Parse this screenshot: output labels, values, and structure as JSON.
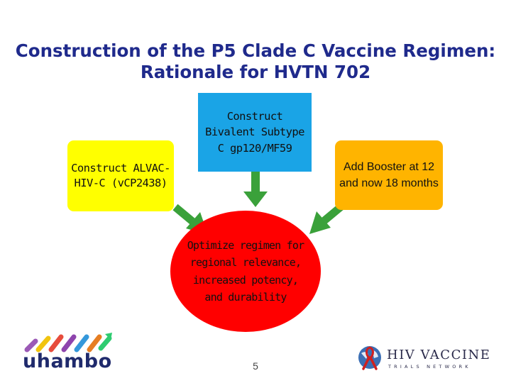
{
  "slide": {
    "title": "Construction of the P5 Clade C Vaccine Regimen: Rationale for HVTN 702",
    "page_number": "5"
  },
  "diagram": {
    "boxes": {
      "left": "Construct ALVAC-HIV-C (vCP2438)",
      "center": "Construct Bivalent Subtype C gp120/MF59",
      "right": "Add Booster at 12 and now 18 months",
      "ellipse": "Optimize regimen for regional relevance, increased potency, and durability"
    },
    "colors": {
      "title": "#1f2a8c",
      "left_box": "#ffff00",
      "center_box": "#1aa4e6",
      "right_box": "#ffb400",
      "ellipse": "#ff0000",
      "arrows": "#3aa13a"
    }
  },
  "logos": {
    "uhambo": "uhambo",
    "hvtn_name": "HIV VACCINE",
    "hvtn_sub": "TRIALS NETWORK"
  }
}
